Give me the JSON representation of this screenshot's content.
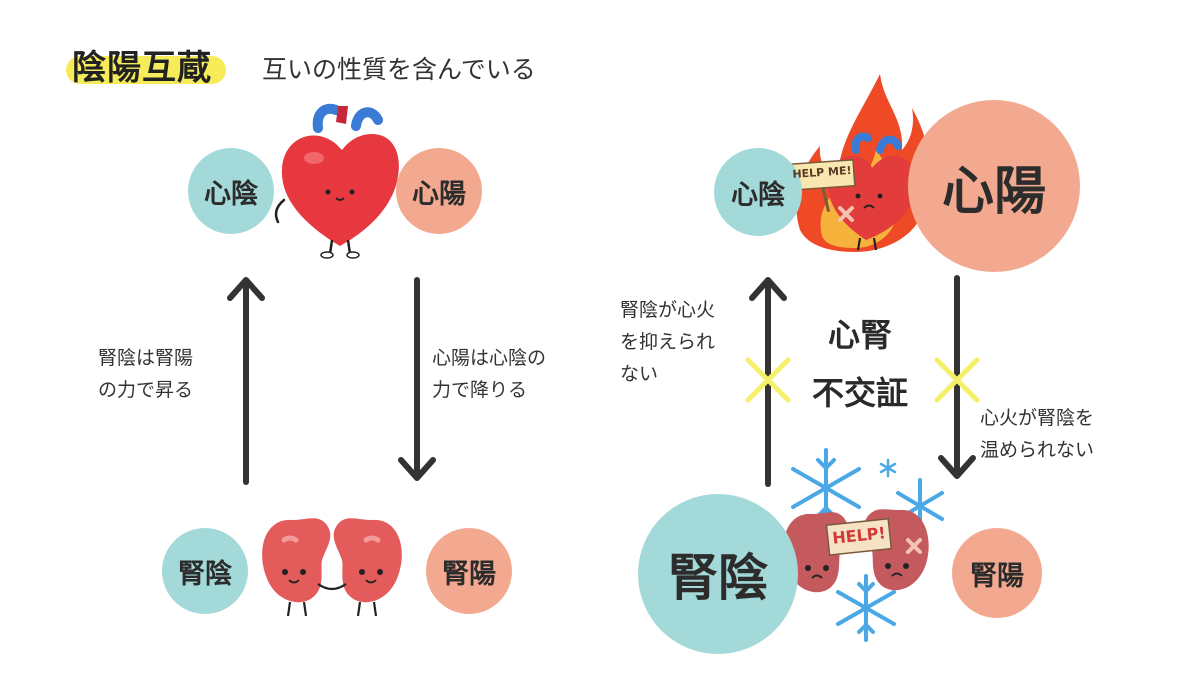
{
  "header": {
    "title": "陰陽互蔵",
    "subtitle": "互いの性質を含んでいる"
  },
  "left_diagram": {
    "heart_yin": "心陰",
    "heart_yang": "心陽",
    "kidney_yin": "腎陰",
    "kidney_yang": "腎陽",
    "up_note": [
      "腎陰は腎陽",
      "の力で昇る"
    ],
    "down_note": [
      "心陽は心陰の",
      "力で降りる"
    ]
  },
  "right_diagram": {
    "heart_yin": "心陰",
    "heart_yang": "心陽",
    "kidney_yin": "腎陰",
    "kidney_yang": "腎陽",
    "heart_sign": "HELP ME!",
    "kidney_sign": "HELP!",
    "center_label": [
      "心腎",
      "不交証"
    ],
    "up_note": [
      "腎陰が心火",
      "を抑えられ",
      "ない"
    ],
    "down_note": [
      "心火が腎陰を",
      "温められない"
    ]
  },
  "colors": {
    "yin": "#a3d9d8",
    "yang": "#f2a98f",
    "highlight": "#f6ec5a",
    "cross": "#f4f06a",
    "arrow": "#333333"
  }
}
